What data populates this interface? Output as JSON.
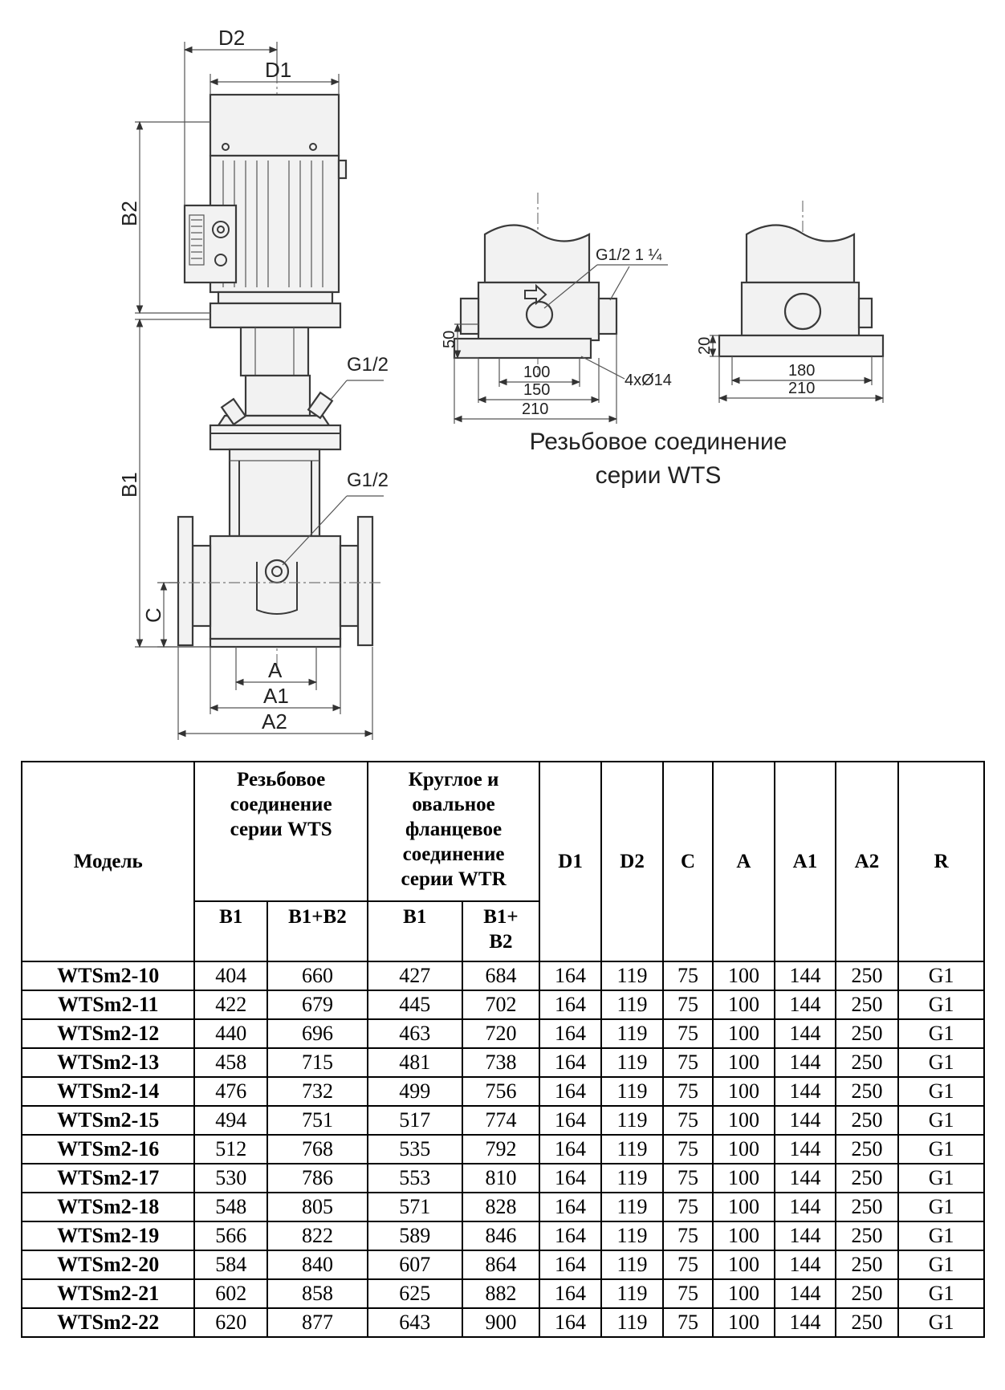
{
  "drawing": {
    "main_labels": {
      "d2": "D2",
      "d1": "D1",
      "b2": "B2",
      "b1": "B1",
      "c": "C",
      "a": "A",
      "a1": "A1",
      "a2": "A2",
      "g_upper": "G1/2",
      "g_lower": "G1/2"
    },
    "wts_detail": {
      "g_label": "G1/2 1 ¼",
      "dim_50": "50",
      "dim_100": "100",
      "dim_150": "150",
      "dim_210": "210",
      "holes": "4xØ14",
      "caption_line1": "Резьбовое соединение",
      "caption_line2": "серии WTS"
    },
    "side_detail": {
      "dim_20": "20",
      "dim_180": "180",
      "dim_210": "210"
    }
  },
  "table": {
    "header": {
      "model": "Модель",
      "wts": [
        "Резьбовое",
        "соединение",
        "серии WTS"
      ],
      "wtr": [
        "Круглое и",
        "овальное",
        "фланцевое",
        "соединение",
        "серии WTR"
      ],
      "d1": "D1",
      "d2": "D2",
      "c": "C",
      "a": "A",
      "a1": "A1",
      "a2": "A2",
      "r": "R",
      "wts_b1": "B1",
      "wts_b1b2": "B1+B2",
      "wtr_b1": "B1",
      "wtr_b1b2": [
        "B1+",
        "B2"
      ]
    },
    "columns": [
      "model",
      "wts_b1",
      "wts_b1b2",
      "wtr_b1",
      "wtr_b1b2",
      "d1",
      "d2",
      "c",
      "a",
      "a1",
      "a2",
      "r"
    ],
    "rows": [
      {
        "model": "WTSm2-10",
        "wts_b1": "404",
        "wts_b1b2": "660",
        "wtr_b1": "427",
        "wtr_b1b2": "684",
        "d1": "164",
        "d2": "119",
        "c": "75",
        "a": "100",
        "a1": "144",
        "a2": "250",
        "r": "G1"
      },
      {
        "model": "WTSm2-11",
        "wts_b1": "422",
        "wts_b1b2": "679",
        "wtr_b1": "445",
        "wtr_b1b2": "702",
        "d1": "164",
        "d2": "119",
        "c": "75",
        "a": "100",
        "a1": "144",
        "a2": "250",
        "r": "G1"
      },
      {
        "model": "WTSm2-12",
        "wts_b1": "440",
        "wts_b1b2": "696",
        "wtr_b1": "463",
        "wtr_b1b2": "720",
        "d1": "164",
        "d2": "119",
        "c": "75",
        "a": "100",
        "a1": "144",
        "a2": "250",
        "r": "G1"
      },
      {
        "model": "WTSm2-13",
        "wts_b1": "458",
        "wts_b1b2": "715",
        "wtr_b1": "481",
        "wtr_b1b2": "738",
        "d1": "164",
        "d2": "119",
        "c": "75",
        "a": "100",
        "a1": "144",
        "a2": "250",
        "r": "G1"
      },
      {
        "model": "WTSm2-14",
        "wts_b1": "476",
        "wts_b1b2": "732",
        "wtr_b1": "499",
        "wtr_b1b2": "756",
        "d1": "164",
        "d2": "119",
        "c": "75",
        "a": "100",
        "a1": "144",
        "a2": "250",
        "r": "G1"
      },
      {
        "model": "WTSm2-15",
        "wts_b1": "494",
        "wts_b1b2": "751",
        "wtr_b1": "517",
        "wtr_b1b2": "774",
        "d1": "164",
        "d2": "119",
        "c": "75",
        "a": "100",
        "a1": "144",
        "a2": "250",
        "r": "G1"
      },
      {
        "model": "WTSm2-16",
        "wts_b1": "512",
        "wts_b1b2": "768",
        "wtr_b1": "535",
        "wtr_b1b2": "792",
        "d1": "164",
        "d2": "119",
        "c": "75",
        "a": "100",
        "a1": "144",
        "a2": "250",
        "r": "G1"
      },
      {
        "model": "WTSm2-17",
        "wts_b1": "530",
        "wts_b1b2": "786",
        "wtr_b1": "553",
        "wtr_b1b2": "810",
        "d1": "164",
        "d2": "119",
        "c": "75",
        "a": "100",
        "a1": "144",
        "a2": "250",
        "r": "G1"
      },
      {
        "model": "WTSm2-18",
        "wts_b1": "548",
        "wts_b1b2": "805",
        "wtr_b1": "571",
        "wtr_b1b2": "828",
        "d1": "164",
        "d2": "119",
        "c": "75",
        "a": "100",
        "a1": "144",
        "a2": "250",
        "r": "G1"
      },
      {
        "model": "WTSm2-19",
        "wts_b1": "566",
        "wts_b1b2": "822",
        "wtr_b1": "589",
        "wtr_b1b2": "846",
        "d1": "164",
        "d2": "119",
        "c": "75",
        "a": "100",
        "a1": "144",
        "a2": "250",
        "r": "G1"
      },
      {
        "model": "WTSm2-20",
        "wts_b1": "584",
        "wts_b1b2": "840",
        "wtr_b1": "607",
        "wtr_b1b2": "864",
        "d1": "164",
        "d2": "119",
        "c": "75",
        "a": "100",
        "a1": "144",
        "a2": "250",
        "r": "G1"
      },
      {
        "model": "WTSm2-21",
        "wts_b1": "602",
        "wts_b1b2": "858",
        "wtr_b1": "625",
        "wtr_b1b2": "882",
        "d1": "164",
        "d2": "119",
        "c": "75",
        "a": "100",
        "a1": "144",
        "a2": "250",
        "r": "G1"
      },
      {
        "model": "WTSm2-22",
        "wts_b1": "620",
        "wts_b1b2": "877",
        "wtr_b1": "643",
        "wtr_b1b2": "900",
        "d1": "164",
        "d2": "119",
        "c": "75",
        "a": "100",
        "a1": "144",
        "a2": "250",
        "r": "G1"
      }
    ]
  }
}
